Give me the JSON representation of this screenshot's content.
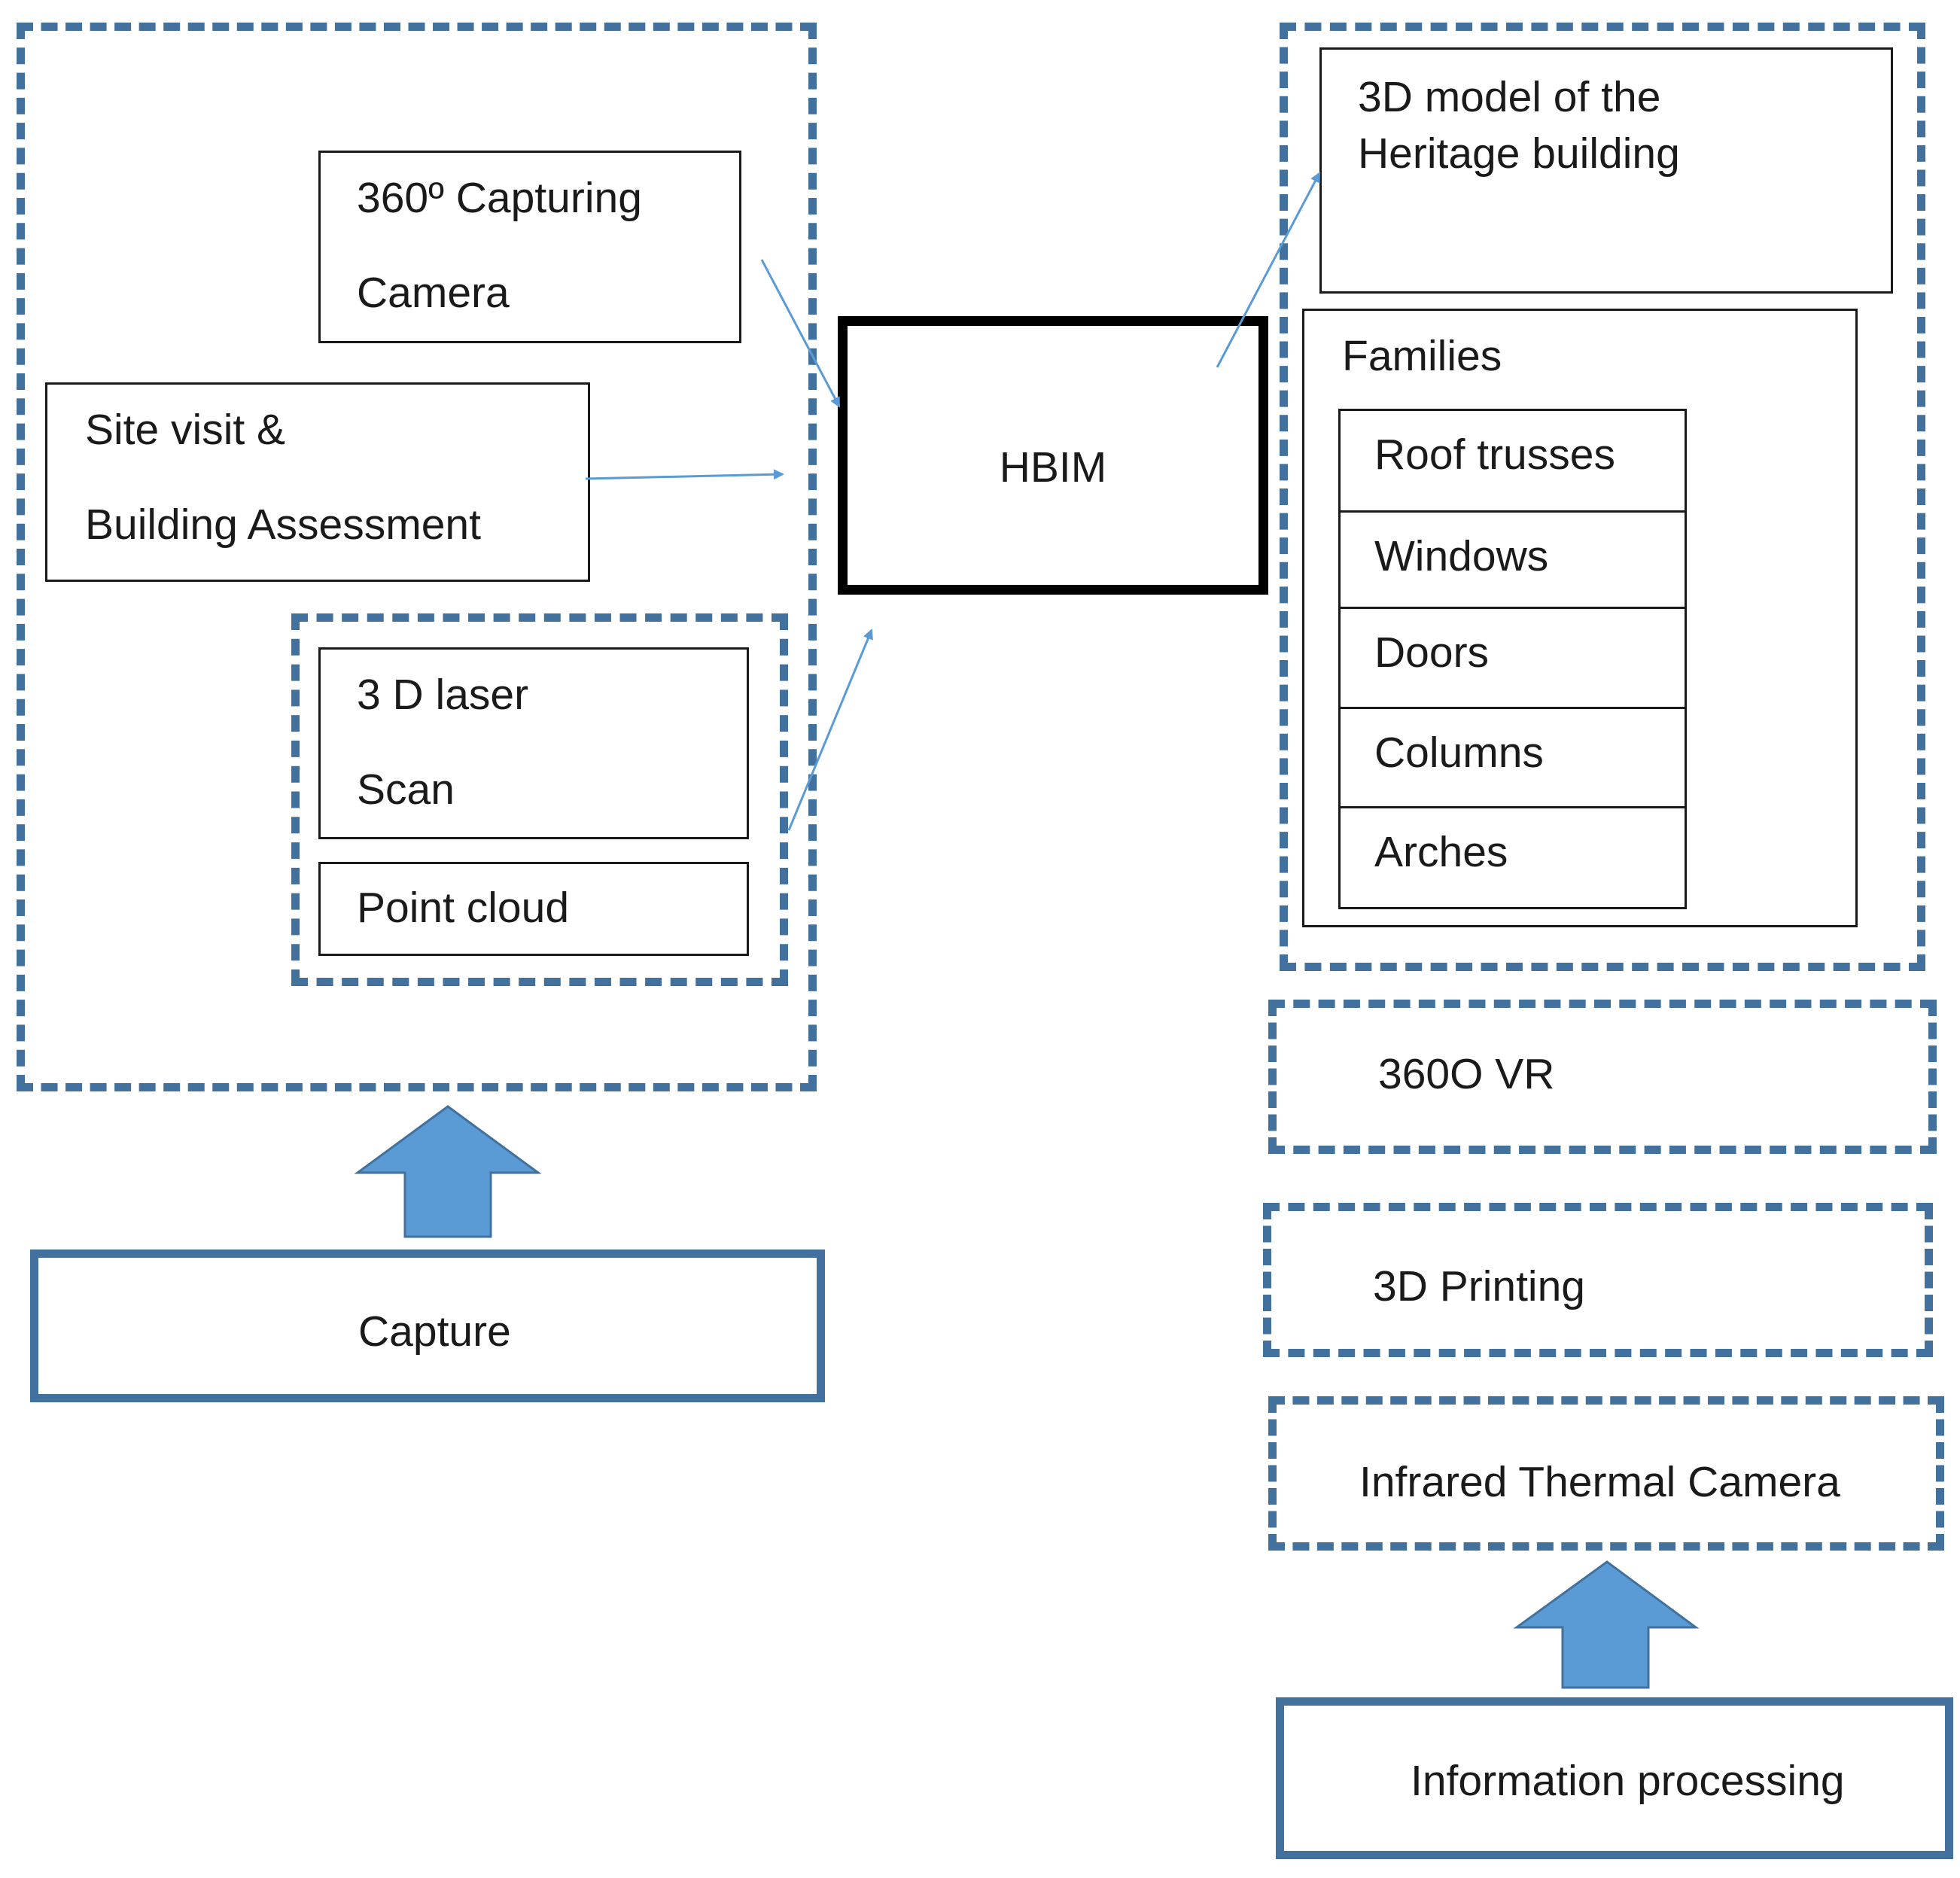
{
  "colors": {
    "dashed_border": "#41719c",
    "block_arrow_fill": "#5b9bd5",
    "thin_arrow": "#5b9bd5",
    "box_border": "#1a1a1a"
  },
  "capture_group": {
    "camera": {
      "line1": "360º Capturing",
      "line2": "Camera"
    },
    "site_visit": {
      "line1": "Site visit &",
      "line2": "Building Assessment"
    },
    "laser_scan": {
      "line1": "3 D laser",
      "line2": "Scan"
    },
    "point_cloud": "Point cloud"
  },
  "hbim": "HBIM",
  "output_group": {
    "model": {
      "line1": "3D model of the",
      "line2": "Heritage building"
    },
    "families": {
      "title": "Families",
      "items": [
        "Roof trusses",
        "Windows",
        "Doors",
        "Columns",
        "Arches"
      ]
    }
  },
  "vr": "360O VR",
  "printing": "3D Printing",
  "thermal": "Infrared Thermal Camera",
  "capture_label": "Capture",
  "processing_label": "Information processing"
}
